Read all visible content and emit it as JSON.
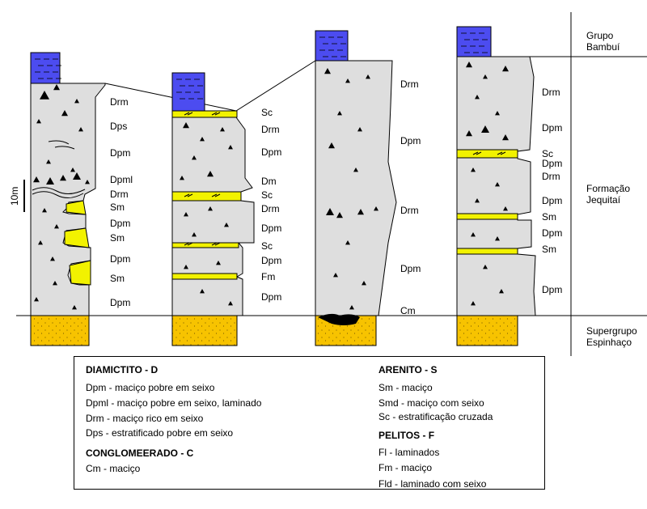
{
  "colors": {
    "diamictite": "#dedede",
    "sandstone": "#f2f200",
    "water_blue": "#4c4cf0",
    "basement": "#f7c300",
    "outline": "#000000"
  },
  "icons": {
    "water_block": "water-wave-icon",
    "clast": "triangle-clast-icon"
  },
  "scale_bar": {
    "label": "10m"
  },
  "formations": {
    "bambui": "Grupo\nBambuí",
    "jequitai": "Formação\nJequitaí",
    "espinhaco": "Supergrupo\nEspinhaço"
  },
  "columns": [
    {
      "labels": [
        "Drm",
        "Dps",
        "Dpm",
        "Dpml",
        "Drm",
        "Sm",
        "Dpm",
        "Sm",
        "Dpm",
        "Sm",
        "Dpm"
      ]
    },
    {
      "labels": [
        "Sc",
        "Drm",
        "Dpm",
        "Dm",
        "Sc",
        "Drm",
        "Dpm",
        "Sc",
        "Dpm",
        "Fm",
        "Dpm"
      ]
    },
    {
      "labels": [
        "Drm",
        "Dpm",
        "Drm",
        "Dpm",
        "Cm"
      ]
    },
    {
      "labels": [
        "Drm",
        "Dpm",
        "Sc",
        "Dpm",
        "Drm",
        "Dpm",
        "Sm",
        "Dpm",
        "Sm",
        "Dpm"
      ]
    }
  ],
  "legend": {
    "diamictito": {
      "title": "DIAMICTITO - D",
      "items": [
        "Dpm - maciço pobre em seixo",
        "Dpml - maciço pobre em seixo, laminado",
        "Drm - maciço rico em seixo",
        "Dps - estratificado pobre em seixo"
      ]
    },
    "conglomeerado": {
      "title": "CONGLOMEERADO - C",
      "items": [
        "Cm - maciço"
      ]
    },
    "arenito": {
      "title": "ARENITO - S",
      "items": [
        "Sm - maciço",
        "Smd - maciço com seixo",
        "Sc - estratificação cruzada"
      ]
    },
    "pelitos": {
      "title": "PELITOS - F",
      "items": [
        "Fl - laminados",
        "Fm - maciço",
        "Fld - laminado com seixo"
      ]
    }
  }
}
